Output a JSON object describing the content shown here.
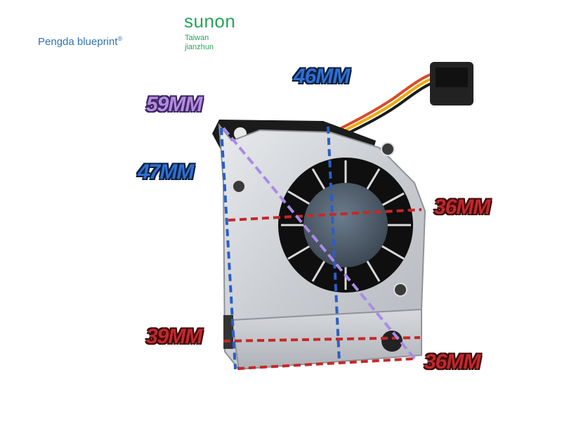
{
  "watermark": {
    "brand_text": "Pengda blueprint",
    "registered_mark": "®",
    "logo_text": "sunon",
    "logo_sub1": "Taiwan",
    "logo_sub2": "jianzhun"
  },
  "dimensions": {
    "diagonal": "59MM",
    "top_width": "46MM",
    "height": "47MM",
    "fan_height": "36MM",
    "bottom_width": "39MM",
    "bottom_depth": "36MM"
  },
  "colors": {
    "blue_line": "#2a5fc4",
    "red_line": "#c62828",
    "purple_line": "#a98be6",
    "diagonal_label": "#b48be0",
    "blue_label": "#2f6fd0",
    "red_label": "#c0282c"
  }
}
